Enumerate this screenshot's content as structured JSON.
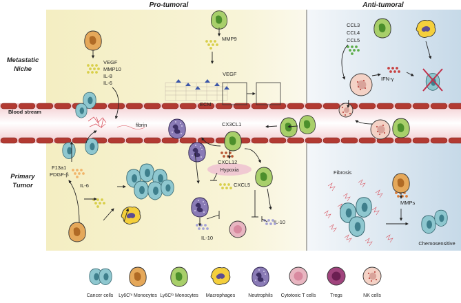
{
  "headers": {
    "pro": "Pro-tumoral",
    "anti": "Anti-tumoral"
  },
  "sides": {
    "niche1": "Metastatic",
    "niche2": "Niche",
    "tumor1": "Primary",
    "tumor2": "Tumor"
  },
  "labels": {
    "vegf1": "VEGF",
    "mmp10": "MMP10",
    "il8": "IL-8",
    "il6a": "IL-6",
    "mmp9": "MMP9",
    "vegf2": "VEGF",
    "ecm": "ECM",
    "blood": "Blood stream",
    "fibrin": "fibrin",
    "f13a1": "F13a1",
    "pdgf": "PDGF-β",
    "il6b": "IL-6",
    "cx3cl1": "CX3CL1",
    "cxcl12": "CXCL12",
    "hypoxia": "Hypoxia",
    "cxcl5": "CXCL5",
    "il10a": "IL-10",
    "il10b": "IL-10",
    "ccl3": "CCL3",
    "ccl4": "CCL4",
    "ccl5": "CCL5",
    "ifn": "IFN-γ",
    "fibrosis": "Fibrosis",
    "mmps": "MMPs",
    "chemo": "Chemosensitive"
  },
  "legend": [
    {
      "label": "Cancer cells"
    },
    {
      "label": "Ly6Cʰᶦ Monocytes"
    },
    {
      "label": "Ly6Cˡᵒ Monocytes"
    },
    {
      "label": "Macrophages"
    },
    {
      "label": "Neutrophils"
    },
    {
      "label": "Cytotoxic T cells"
    },
    {
      "label": "Tregs"
    },
    {
      "label": "NK cells"
    }
  ],
  "colors": {
    "pro_bg": "#f6f1c8",
    "anti_bg": "#d6e4ef",
    "vessel": "#b23a32",
    "cancer": "#8ec7cf",
    "mono_hi": "#e5a85a",
    "mono_lo": "#a8cf6a",
    "macro": "#f4cf3c",
    "neutro": "#6d5a94",
    "tcell": "#e8b6c1",
    "treg": "#a0447d",
    "nk": "#f4d2c6"
  }
}
